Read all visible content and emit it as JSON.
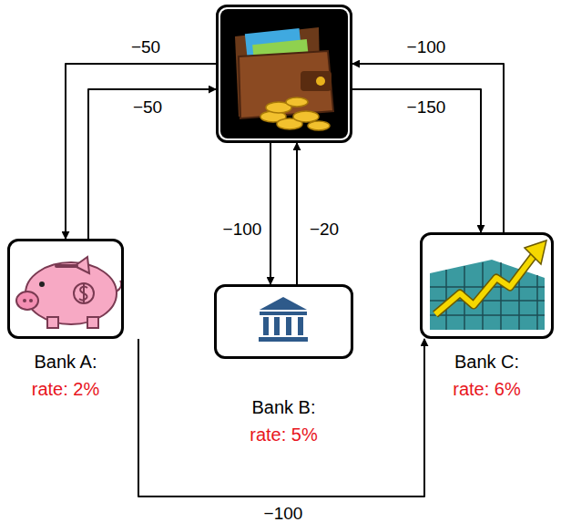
{
  "diagram": {
    "nodes": [
      {
        "text": []
      },
      {
        "text": [
          "Bank A:",
          "rate: 2%"
        ]
      },
      {
        "text": [
          "Bank B:",
          "rate: 5%"
        ]
      },
      {
        "text": [
          "Bank C:",
          "rate: 6%"
        ]
      }
    ],
    "edges": [
      {
        "from": 0,
        "to": 1,
        "label": "−50",
        "arrow": "to"
      },
      {
        "from": 1,
        "to": 0,
        "label": "−50",
        "arrow": "to"
      },
      {
        "from": 0,
        "to": 2,
        "label": "−100",
        "arrow": "to"
      },
      {
        "from": 2,
        "to": 0,
        "label": "−20",
        "arrow": "to"
      },
      {
        "from": 3,
        "to": 0,
        "label": "−100",
        "arrow": "to"
      },
      {
        "from": 0,
        "to": 3,
        "label": "−150",
        "arrow": "to"
      },
      {
        "from": 1,
        "to": 3,
        "label": "−100",
        "arrow": "to"
      }
    ]
  }
}
